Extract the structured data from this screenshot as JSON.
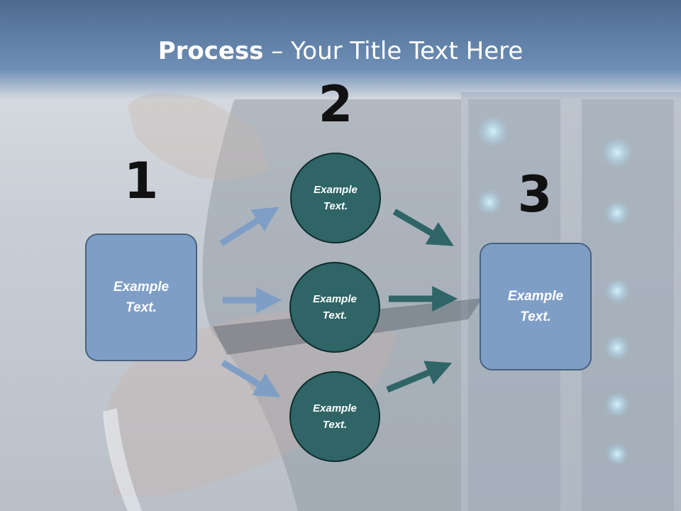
{
  "title": {
    "bold": "Process",
    "rest": " – Your Title Text Here"
  },
  "steps": {
    "one": "1",
    "two": "2",
    "three": "3"
  },
  "left_box": {
    "line1": "Example",
    "line2": "Text."
  },
  "right_box": {
    "line1": "Example",
    "line2": "Text."
  },
  "circles": [
    {
      "line1": "Example",
      "line2": "Text."
    },
    {
      "line1": "Example",
      "line2": "Text."
    },
    {
      "line1": "Example",
      "line2": "Text."
    }
  ],
  "colors": {
    "title_band": "#5b7ba3",
    "box_fill": "#7f9ec6",
    "circle_fill": "#2f6566",
    "left_arrow": "#7f9ec6",
    "right_arrow": "#2f6566"
  }
}
